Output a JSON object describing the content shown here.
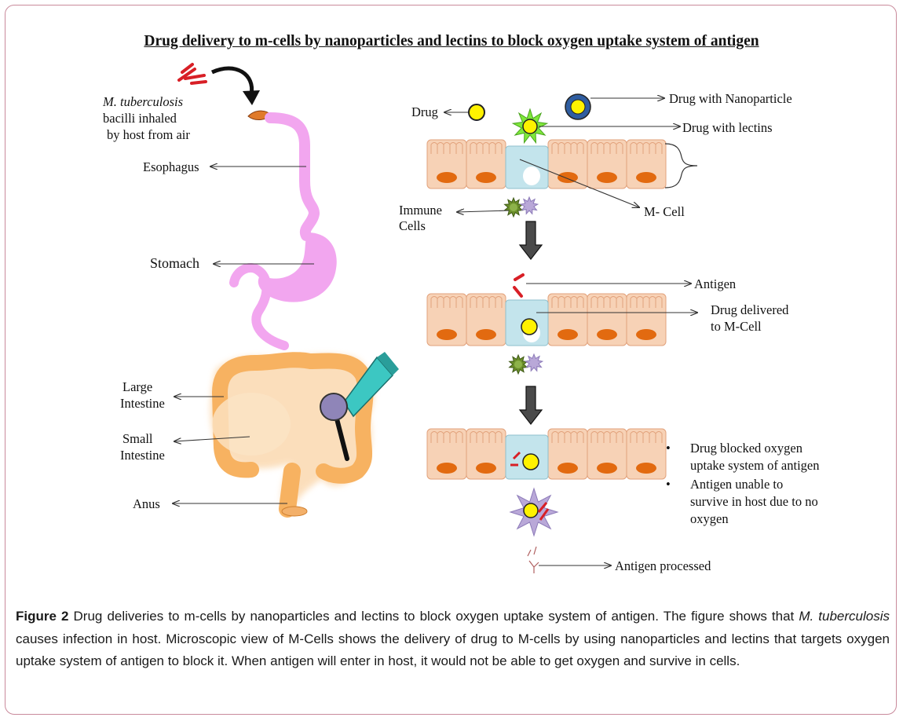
{
  "title": "Drug delivery  to m-cells by nanoparticles  and lectins to block oxygen uptake system  of antigen",
  "left": {
    "mtb_name": "M. tuberculosis",
    "mtb_line2": "bacilli inhaled",
    "mtb_line3": "by host from air",
    "esophagus": "Esophagus",
    "stomach": "Stomach",
    "large_1": "Large",
    "large_2": "Intestine",
    "small_1": "Small",
    "small_2": "Intestine",
    "anus": "Anus"
  },
  "right": {
    "drug": "Drug",
    "drug_nano": "Drug with Nanoparticle",
    "drug_lectins": "Drug with lectins",
    "immune_1": "Immune",
    "immune_2": "Cells",
    "mcell": "M- Cell",
    "antigen": "Antigen",
    "delivered_1": "Drug delivered",
    "delivered_2": "to M-Cell",
    "bullet1": "Drug blocked oxygen uptake system of antigen",
    "bullet2": "Antigen unable to survive in host due to no oxygen",
    "bullet_char": "•",
    "processed": "Antigen  processed"
  },
  "caption": {
    "fig": "Figure 2",
    "part1": " Drug deliveries to m-cells by nanoparticles and lectins to block oxygen uptake system of antigen. The figure shows that ",
    "italic": "M. tuberculosis",
    "part2": " causes infection in host. Microscopic view of M-Cells shows the delivery of drug to M-cells by using nanoparticles and lectins that targets oxygen uptake system of antigen to block it. When antigen will enter in host, it would not be able to get oxygen and survive in cells."
  },
  "colors": {
    "tract": "#f2a6ef",
    "cell": "#f7d2b6",
    "cell_border": "#e2a27c",
    "nucleus": "#e26a10",
    "mcell": "#c3e4ec",
    "drug": "#fff200",
    "nano_ring": "#2f5da0",
    "lectin": "#7fe83a",
    "immune_green": "#6b8f2a",
    "immune_purple": "#b9a8d8",
    "antigen": "#d81f26",
    "intestine": "#f7b261",
    "scope": "#3cc7c2"
  },
  "icons": [
    "bacilli-icon",
    "curved-arrow-icon",
    "endoscope-icon",
    "immune-cell-icon",
    "antigen-icon"
  ]
}
